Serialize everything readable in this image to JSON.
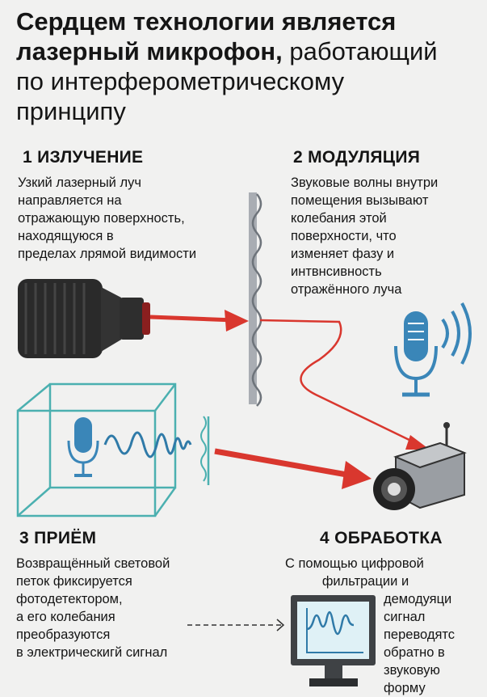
{
  "title": {
    "line1_bold": "Сердцем технологии является",
    "line2_bold": "лазерный микрофон,",
    "line2_rest": " работающий",
    "line3": "по интерферометрическому",
    "line4": "принципу"
  },
  "steps": [
    {
      "heading": "1 ИЗЛУЧЕНИЕ",
      "text": "Узкий лазерный луч\nнаправляется на\nотражающую поверхность,\nнаходящуюся в\nпределах лрямой видимости"
    },
    {
      "heading": "2 МОДУЛЯЦИЯ",
      "text": "Звуковые волны внутри\nпомещения вызывают\nколебания этой\nповерхности, что\nизменяет фазу и\nинтвнсивность\nотражённого  луча"
    },
    {
      "heading": "3 ПРИЁМ",
      "text": "Возвращённый световой\nпеток фиксируется\nфотодетектором,\nа его колебания\nпреобразуются\nв электрическигй сигнал"
    },
    {
      "heading": "4 ОБРАБОТКА",
      "text_top": "С помощью цифровой\n          фильтрации и",
      "text_side": "демодуяци\nсигнал\nпереводятс\nобратно в\nзвуковую\nформу"
    }
  ],
  "colors": {
    "laser": "#d9372e",
    "mic": "#3a86b8",
    "room": "#4bb0b0",
    "text": "#151515"
  }
}
